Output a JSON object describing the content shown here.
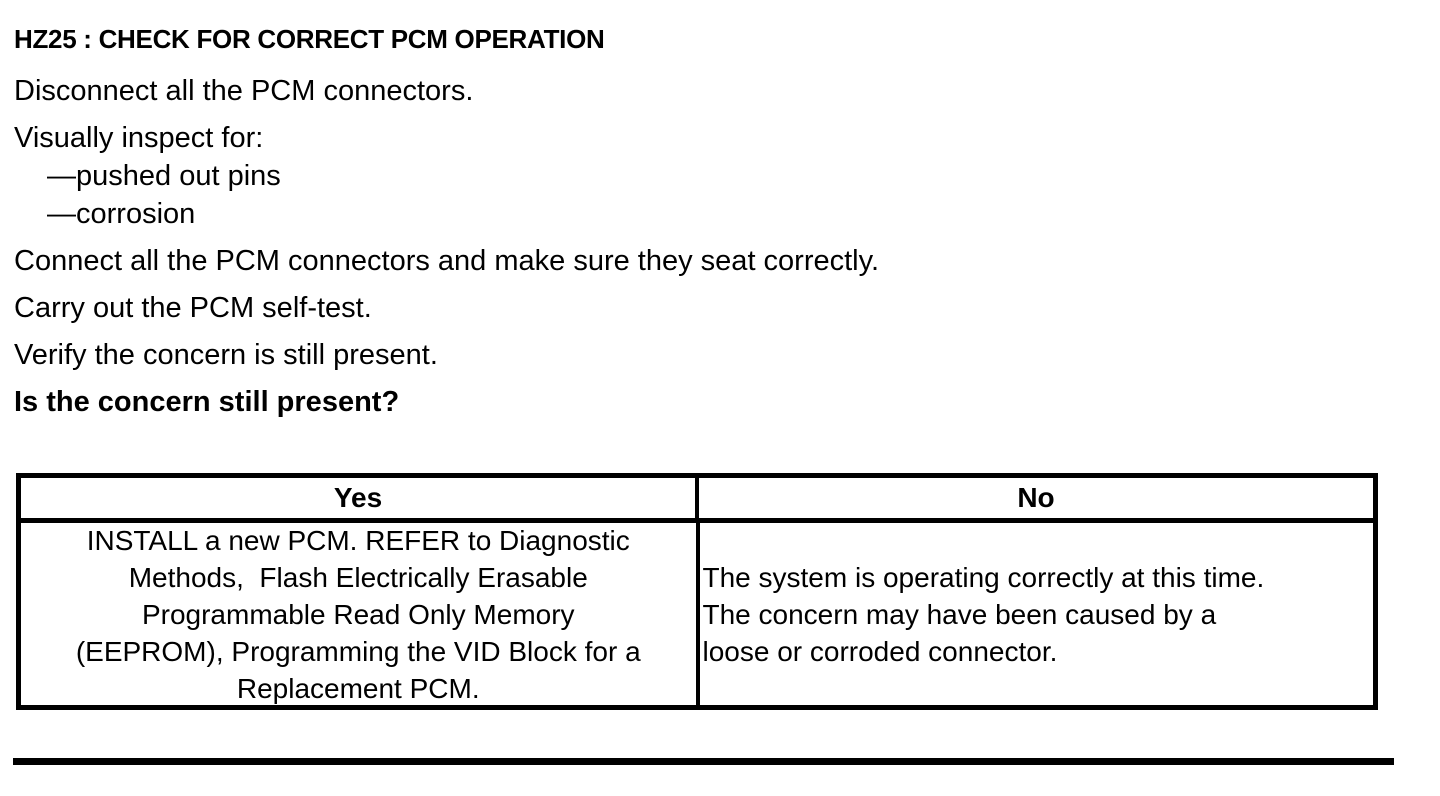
{
  "page": {
    "title": "HZ25 : CHECK FOR CORRECT PCM OPERATION",
    "colors": {
      "text": "#000000",
      "border": "#000000",
      "background": "#ffffff"
    },
    "steps": {
      "disconnect": "Disconnect all the PCM connectors.",
      "inspect_intro": "Visually inspect for:",
      "inspect_items": [
        "—pushed out pins",
        "—corrosion"
      ],
      "connect": "Connect all the PCM connectors and make sure they seat correctly.",
      "selftest": "Carry out the PCM self-test.",
      "verify": "Verify the concern is still present.",
      "question": "Is the concern still present?"
    },
    "results_table": {
      "columns": [
        "Yes",
        "No"
      ],
      "yes_lines": [
        "INSTALL a new PCM. REFER to Diagnostic",
        "Methods,  Flash Electrically Erasable",
        "Programmable Read Only Memory",
        "(EEPROM), Programming the VID Block for a",
        "Replacement PCM."
      ],
      "no_lines": [
        "The system is operating correctly at this time.",
        "The concern may have been caused by a",
        "loose or corroded connector."
      ]
    }
  }
}
